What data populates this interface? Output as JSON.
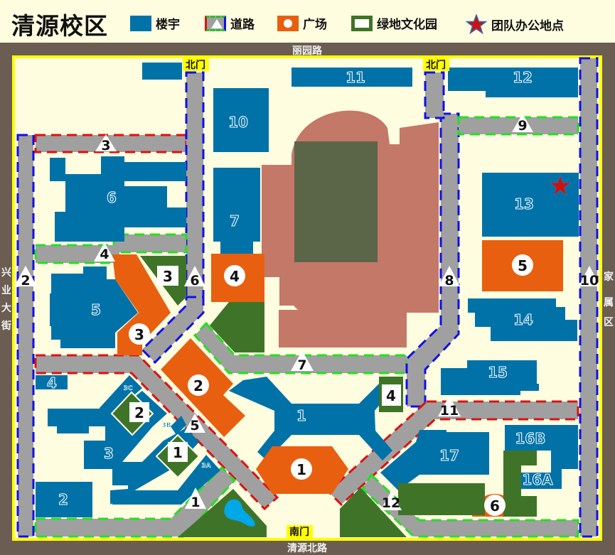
{
  "header": {
    "title": "清源校区",
    "legend": [
      {
        "icon": "building-swatch",
        "label": "楼宇",
        "color": "#0072a8"
      },
      {
        "icon": "road-swatch",
        "label": "道路",
        "color": "#a0a0a0"
      },
      {
        "icon": "plaza-swatch",
        "label": "广场",
        "color": "#e8600f"
      },
      {
        "icon": "green-swatch",
        "label": "绿地文化园",
        "color": "#3f7428"
      },
      {
        "icon": "star-icon",
        "label": "团队办公地点",
        "color": "#cc1111"
      }
    ]
  },
  "streets": {
    "north": "丽园路",
    "south": "清源北路",
    "west": "兴业大街",
    "east": "家属区"
  },
  "gates": {
    "north_west": "北门",
    "north_east": "北门",
    "south": "南门"
  },
  "buildings": {
    "b1": "1",
    "b2": "2",
    "b3": "3",
    "b3a": "3A",
    "b3b": "3B",
    "b3c": "3C",
    "b4": "4",
    "b5": "5",
    "b6": "6",
    "b7": "7",
    "b10": "10",
    "b11": "11",
    "b12": "12",
    "b13": "13",
    "b14": "14",
    "b15": "15",
    "b16a": "16A",
    "b16b": "16B",
    "b17": "17"
  },
  "roads": {
    "r1": "1",
    "r2": "2",
    "r3": "3",
    "r4": "4",
    "r5": "5",
    "r6": "6",
    "r7": "7",
    "r8": "8",
    "r9": "9",
    "r10": "10",
    "r11": "11",
    "r12": "12"
  },
  "plazas": {
    "p1": "1",
    "p2": "2",
    "p3": "3",
    "p4": "4",
    "p5": "5",
    "p6": "6"
  },
  "greens": {
    "g1": "1",
    "g2": "2",
    "g3": "3",
    "g4": "4"
  },
  "colors": {
    "background": "#fffde0",
    "street": "#6b5d52",
    "campus_border": "#ffff00",
    "building": "#0072a8",
    "plaza": "#e8600f",
    "green": "#3f7428",
    "track": "#c47868",
    "field": "#5b6548",
    "road": "#a0a0a0",
    "road_main": "#1010e8",
    "road_red": "#e01010",
    "road_green": "#22e022",
    "lake": "#00a8e8",
    "star": "#cc1111"
  }
}
